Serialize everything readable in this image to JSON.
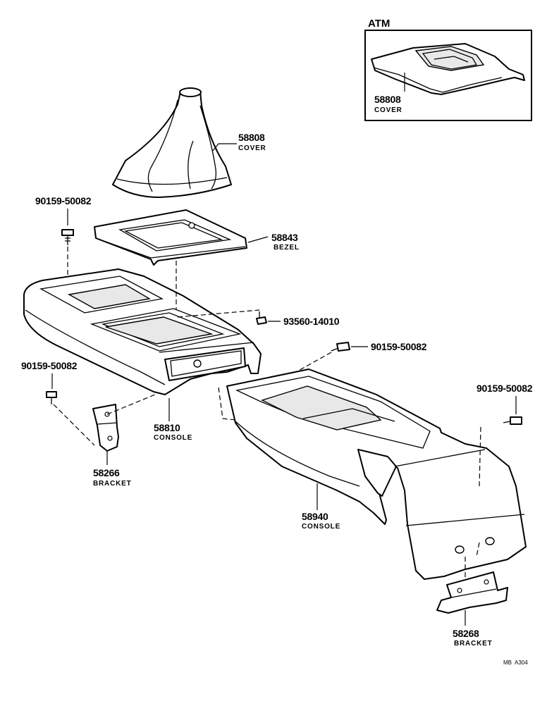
{
  "inset": {
    "title": "ATM",
    "part_number": "58808",
    "part_name": "COVER"
  },
  "callouts": [
    {
      "id": "cover",
      "part_number": "58808",
      "part_name": "COVER"
    },
    {
      "id": "bezel",
      "part_number": "58843",
      "part_name": "BEZEL"
    },
    {
      "id": "screw-bezel",
      "part_number": "90159-50082",
      "part_name": ""
    },
    {
      "id": "screw-mid",
      "part_number": "93560-14010",
      "part_name": ""
    },
    {
      "id": "screw-rear-console",
      "part_number": "90159-50082",
      "part_name": ""
    },
    {
      "id": "screw-bracket-front",
      "part_number": "90159-50082",
      "part_name": ""
    },
    {
      "id": "screw-bracket-rear",
      "part_number": "90159-50082",
      "part_name": ""
    },
    {
      "id": "front-console",
      "part_number": "58810",
      "part_name": "CONSOLE"
    },
    {
      "id": "rear-console",
      "part_number": "58940",
      "part_name": "CONSOLE"
    },
    {
      "id": "bracket-front",
      "part_number": "58266",
      "part_name": "BRACKET"
    },
    {
      "id": "bracket-rear",
      "part_number": "58268",
      "part_name": "BRACKET"
    }
  ],
  "drawing_code": "MB  A304"
}
